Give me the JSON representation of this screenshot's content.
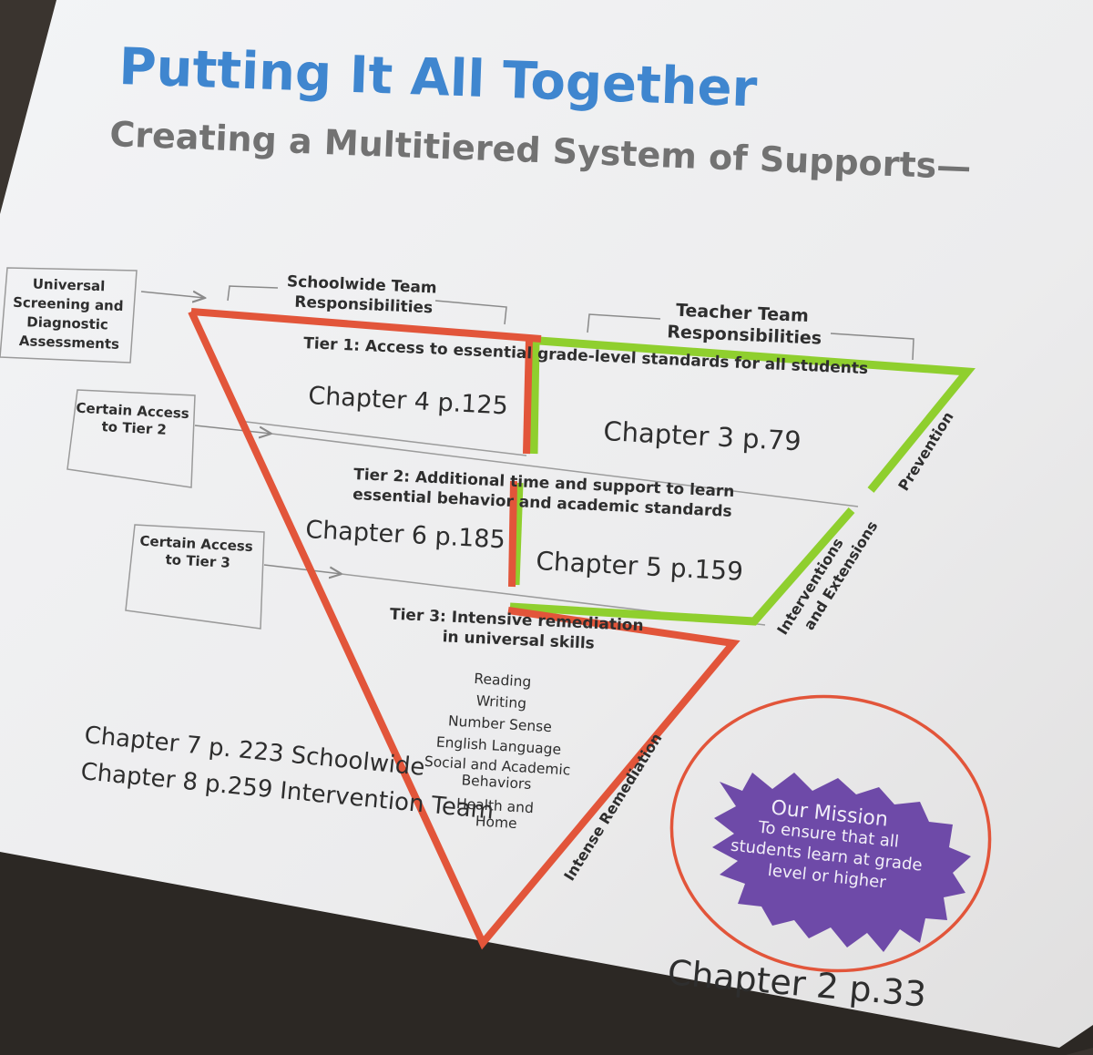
{
  "slide": {
    "title": "Putting It All Together",
    "subtitle": "Creating a Multitiered System of Supports—"
  },
  "colors": {
    "red": "#e2553a",
    "green": "#8fcf2e",
    "purple": "#6e4aa8",
    "title_blue": "#3f86cf"
  },
  "boxes": {
    "universal": [
      "Universal",
      "Screening and",
      "Diagnostic",
      "Assessments"
    ],
    "tier2_access": [
      "Certain Access",
      "to Tier 2"
    ],
    "tier3_access": [
      "Certain Access",
      "to Tier 3"
    ]
  },
  "headers": {
    "schoolwide": [
      "Schoolwide Team",
      "Responsibilities"
    ],
    "teacher": [
      "Teacher Team",
      "Responsibilities"
    ]
  },
  "tiers": {
    "tier1": "Tier 1: Access to essential grade-level standards for all students",
    "tier2": [
      "Tier 2: Additional time and support to learn",
      "essential behavior and academic standards"
    ],
    "tier3": [
      "Tier 3: Intensive remediation",
      "in universal skills"
    ],
    "tier3_skills": [
      "Reading",
      "Writing",
      "Number Sense",
      "English Language",
      "Social and Academic",
      "Behaviors",
      "Health and",
      "Home"
    ]
  },
  "chapters": {
    "ch4": "Chapter 4  p.125",
    "ch3": "Chapter 3  p.79",
    "ch6": "Chapter 6  p.185",
    "ch5": "Chapter 5  p.159",
    "ch7": "Chapter 7 p. 223 Schoolwide",
    "ch8": "Chapter 8 p.259 Intervention Team",
    "ch2": "Chapter 2 p.33"
  },
  "side_labels": {
    "prevention": "Prevention",
    "interventions": [
      "Interventions",
      "and Extensions"
    ],
    "intense": "Intense Remediation"
  },
  "mission": {
    "title": "Our Mission",
    "lines": [
      "To ensure that all",
      "students learn at grade",
      "level or higher"
    ]
  }
}
